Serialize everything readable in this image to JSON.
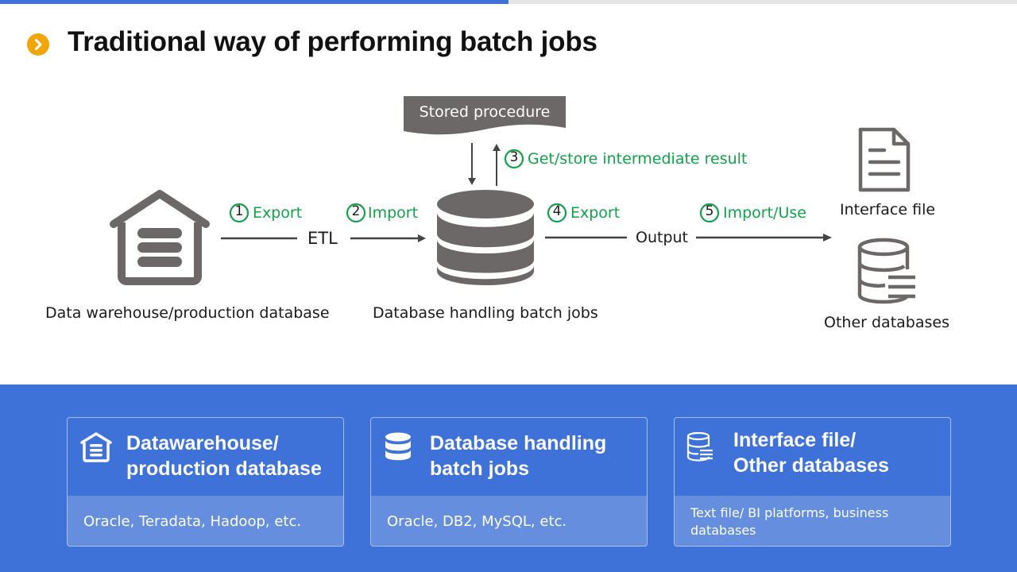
{
  "title": "Traditional way of performing batch jobs",
  "diagram": {
    "stored_procedure": "Stored  procedure",
    "step3": {
      "num": "3",
      "label": "Get/store intermediate result"
    },
    "step1": {
      "num": "1",
      "label": "Export"
    },
    "step2": {
      "num": "2",
      "label": "Import"
    },
    "step4": {
      "num": "4",
      "label": "Export"
    },
    "step5": {
      "num": "5",
      "label": "Import/Use"
    },
    "etl": "ETL",
    "output": "Output",
    "warehouse_label": "Data warehouse/production database",
    "batch_db_label": "Database handling batch jobs",
    "interface_file_label": "Interface file",
    "other_db_label": "Other databases"
  },
  "cards": [
    {
      "title": "Datawarehouse/\nproduction database",
      "body": "Oracle, Teradata, Hadoop, etc.",
      "icon": "house-icon"
    },
    {
      "title": "Database handling\nbatch jobs",
      "body": "Oracle, DB2, MySQL, etc.",
      "icon": "database-icon"
    },
    {
      "title": "Interface file/\nOther databases",
      "body": "Text file/ BI platforms, business databases",
      "icon": "database-list-icon"
    }
  ],
  "colors": {
    "accent_blue": "#3f72d8",
    "green": "#13a04a",
    "icon_gray": "#6d6868",
    "title_bullet": "#f0a500"
  }
}
